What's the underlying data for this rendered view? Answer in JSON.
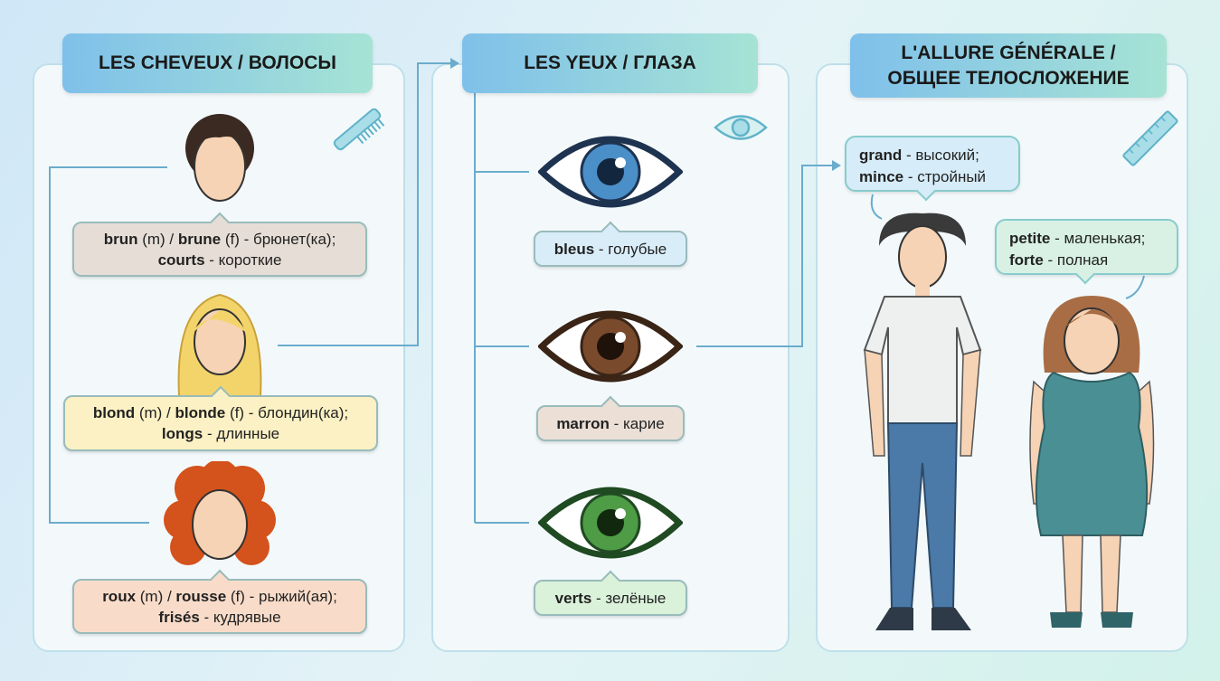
{
  "panels": [
    {
      "title": "LES CHEVEUX / ВОЛОСЫ"
    },
    {
      "title": "LES YEUX / ГЛАЗА"
    },
    {
      "title_line1": "L'ALLURE GÉNÉRALE /",
      "title_line2": "ОБЩЕЕ ТЕЛОСЛОЖЕНИЕ"
    }
  ],
  "hair": [
    {
      "fr1": "brun",
      "g1": " (m) / ",
      "fr2": "brune",
      "g2": " (f) - брюнет(ка);",
      "fr3": "courts",
      "ru3": " - короткие",
      "color": "#3b2a22",
      "bg": "#e6ded6"
    },
    {
      "fr1": "blond",
      "g1": " (m) / ",
      "fr2": "blonde",
      "g2": " (f) - блондин(ка);",
      "fr3": "longs",
      "ru3": " - длинные",
      "color": "#f3d46a",
      "bg": "#fbf1c4"
    },
    {
      "fr1": "roux",
      "g1": " (m) / ",
      "fr2": "rousse",
      "g2": " (f) - рыжий(ая);",
      "fr3": "frisés",
      "ru3": " - кудрявые",
      "color": "#d4521c",
      "bg": "#f8dcc9"
    }
  ],
  "eyes": [
    {
      "fr": "bleus",
      "ru": " - голубые",
      "iris": "#4b8fc9",
      "bg": "#d9edf9"
    },
    {
      "fr": "marron",
      "ru": " - карие",
      "iris": "#7a4a2c",
      "bg": "#ebdfd6"
    },
    {
      "fr": "verts",
      "ru": " - зелёные",
      "iris": "#4e9c45",
      "bg": "#daf1da"
    }
  ],
  "body": {
    "bubble1": {
      "fr1": "grand",
      "ru1": " - высокий;",
      "fr2": "mince",
      "ru2": " - стройный"
    },
    "bubble2": {
      "fr1": "petite",
      "ru1": " - маленькая;",
      "fr2": "forte",
      "ru2": " - полная"
    }
  }
}
